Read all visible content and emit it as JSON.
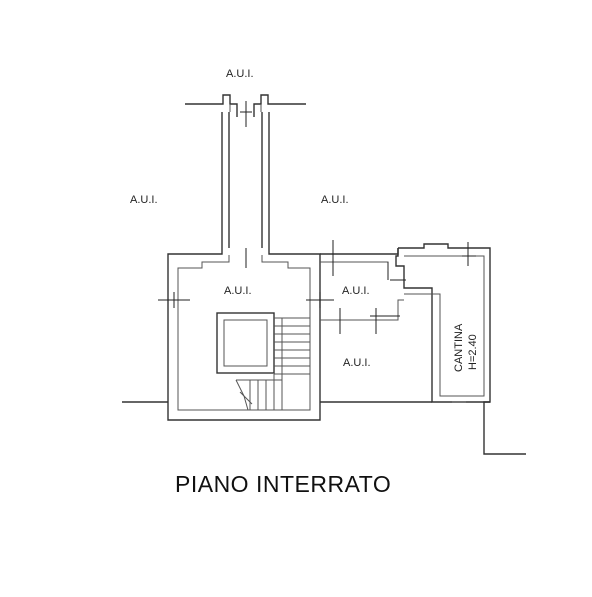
{
  "plan": {
    "title": "PIANO INTERRATO",
    "labels": {
      "aui_top": "A.U.I.",
      "aui_left": "A.U.I.",
      "aui_right": "A.U.I.",
      "aui_stair_room": "A.U.I.",
      "aui_corridor": "A.U.I.",
      "aui_lower": "A.U.I.",
      "cantina_name": "CANTINA",
      "cantina_height": "H=2.40"
    },
    "colors": {
      "lines": "#333333",
      "text": "#222222",
      "background": "#ffffff"
    }
  }
}
